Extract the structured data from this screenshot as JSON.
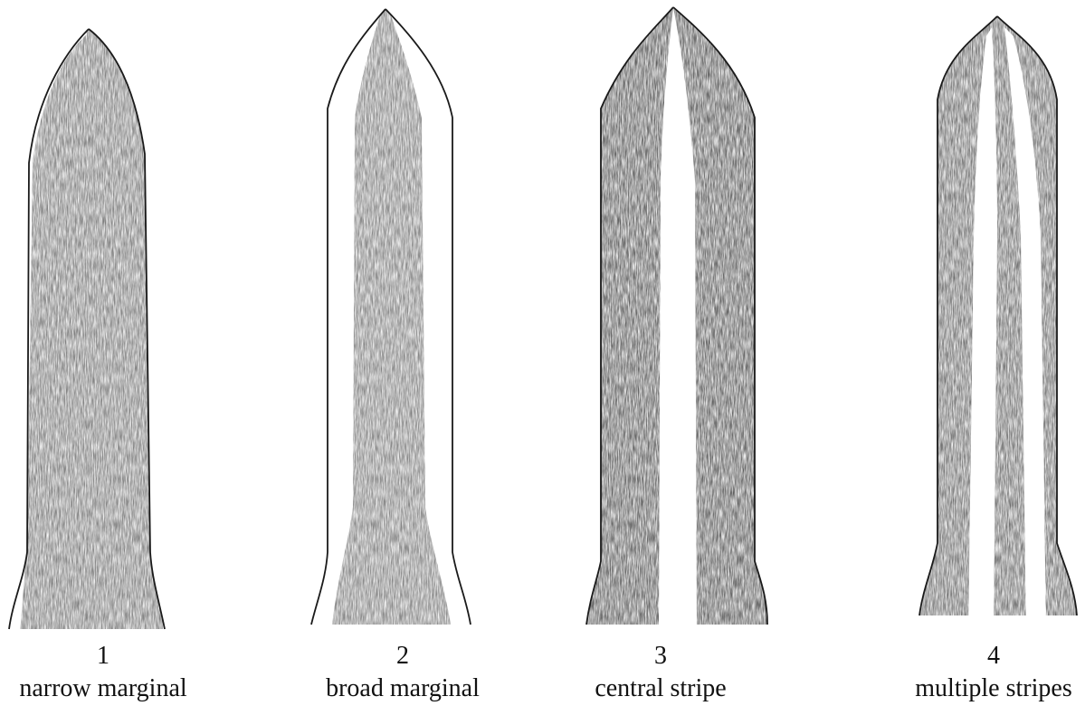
{
  "figure": {
    "panels": [
      {
        "number": "1",
        "caption": "narrow marginal",
        "pattern": "narrow-marginal"
      },
      {
        "number": "2",
        "caption": "broad marginal",
        "pattern": "broad-marginal"
      },
      {
        "number": "3",
        "caption": "central stripe",
        "pattern": "central-stripe"
      },
      {
        "number": "4",
        "caption": "multiple stripes",
        "pattern": "multiple-stripes"
      }
    ],
    "colors": {
      "shading": "#7a7a7a",
      "shading_dark": "#4a4a4a",
      "outline": "#1a1a1a",
      "background": "#ffffff"
    }
  }
}
